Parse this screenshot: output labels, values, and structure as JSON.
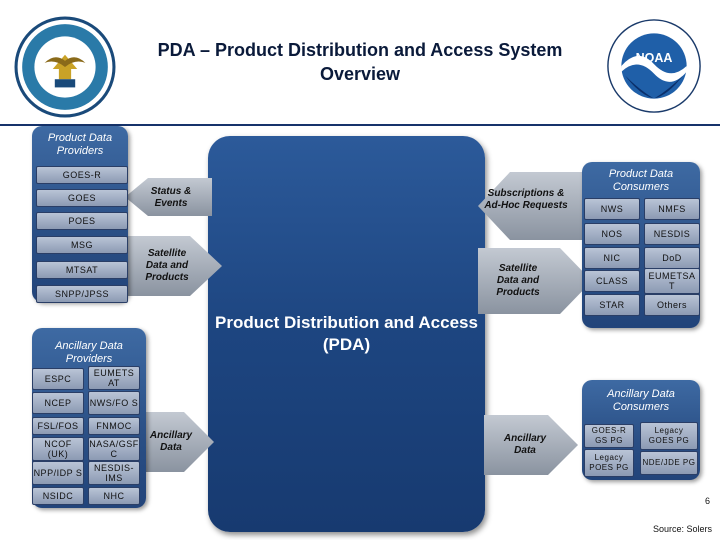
{
  "title": "PDA – Product Distribution and Access System Overview",
  "center_label": "Product Distribution and Access (PDA)",
  "providers": {
    "title": "Product Data Providers",
    "items": [
      "GOES-R",
      "GOES",
      "POES",
      "MSG",
      "MTSAT",
      "SNPP/JPSS"
    ]
  },
  "ancillary_providers": {
    "title": "Ancillary Data Providers",
    "items": [
      "ESPC",
      "EUMETS AT",
      "NCEP",
      "NWS/FO S",
      "FSL/FOS",
      "FNMOC",
      "NCOF (UK)",
      "NASA/GSF C",
      "NPP/IDP S",
      "NESDIS-IMS",
      "NSIDC",
      "NHC"
    ]
  },
  "consumers": {
    "title": "Product Data Consumers",
    "items": [
      "NWS",
      "NMFS",
      "NOS",
      "NESDIS",
      "NIC",
      "DoD",
      "CLASS",
      "EUMETSA T",
      "STAR",
      "Others"
    ]
  },
  "ancillary_consumers": {
    "title": "Ancillary Data Consumers",
    "items": [
      "GOES-R GS PG",
      "Legacy GOES PG",
      "Legacy POES PG",
      "NDE/JDE PG"
    ]
  },
  "arrows": {
    "status_events": "Status & Events",
    "satellite_in": "Satellite Data and Products",
    "ancillary_in": "Ancillary Data",
    "subscriptions": "Subscriptions & Ad-Hoc Requests",
    "satellite_out": "Satellite Data and Products",
    "ancillary_out": "Ancillary Data"
  },
  "page_number": "6",
  "source": "Source: Solers",
  "colors": {
    "arrow": "#9aa4b2",
    "panel": "#2f5a92",
    "center": "#1d4580",
    "node": "#a9b6ca"
  },
  "icons": {
    "left_logo": "department-of-commerce-seal",
    "right_logo": "noaa-logo"
  }
}
